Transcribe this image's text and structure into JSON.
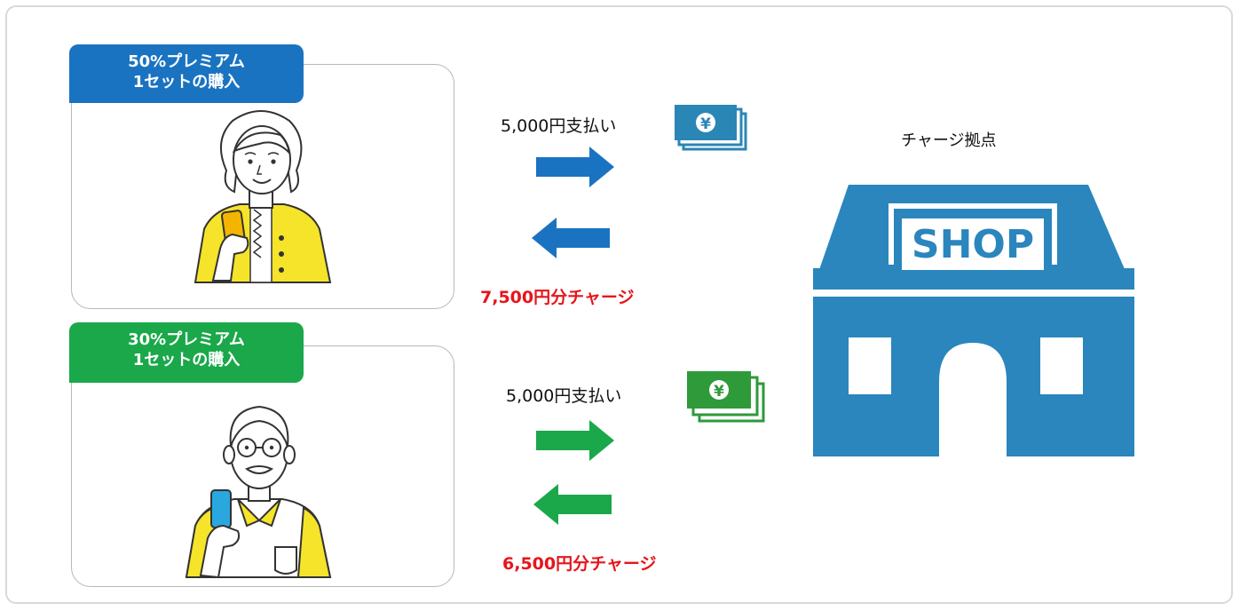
{
  "persons": [
    {
      "tag_line1": "50%プレミアム",
      "tag_line2": "1セットの購入",
      "tag_color": "#1a73c1",
      "payment_label": "5,000円支払い",
      "charge_label": "7,500円分チャージ",
      "arrow_color": "#1a73c1",
      "bill_color": "#2a86b5",
      "bill_symbol": "¥",
      "clothing_color": "#f5e42a"
    },
    {
      "tag_line1": "30%プレミアム",
      "tag_line2": "1セットの購入",
      "tag_color": "#1aa84a",
      "payment_label": "5,000円支払い",
      "charge_label": "6,500円分チャージ",
      "arrow_color": "#1aa84a",
      "bill_color": "#2e9a3a",
      "bill_symbol": "¥",
      "clothing_color": "#f5e42a"
    }
  ],
  "shop": {
    "caption": "チャージ拠点",
    "sign_text": "SHOP",
    "color": "#2a86bd"
  },
  "colors": {
    "charge_text": "#e8141b",
    "card_border": "#b8b8b8"
  }
}
